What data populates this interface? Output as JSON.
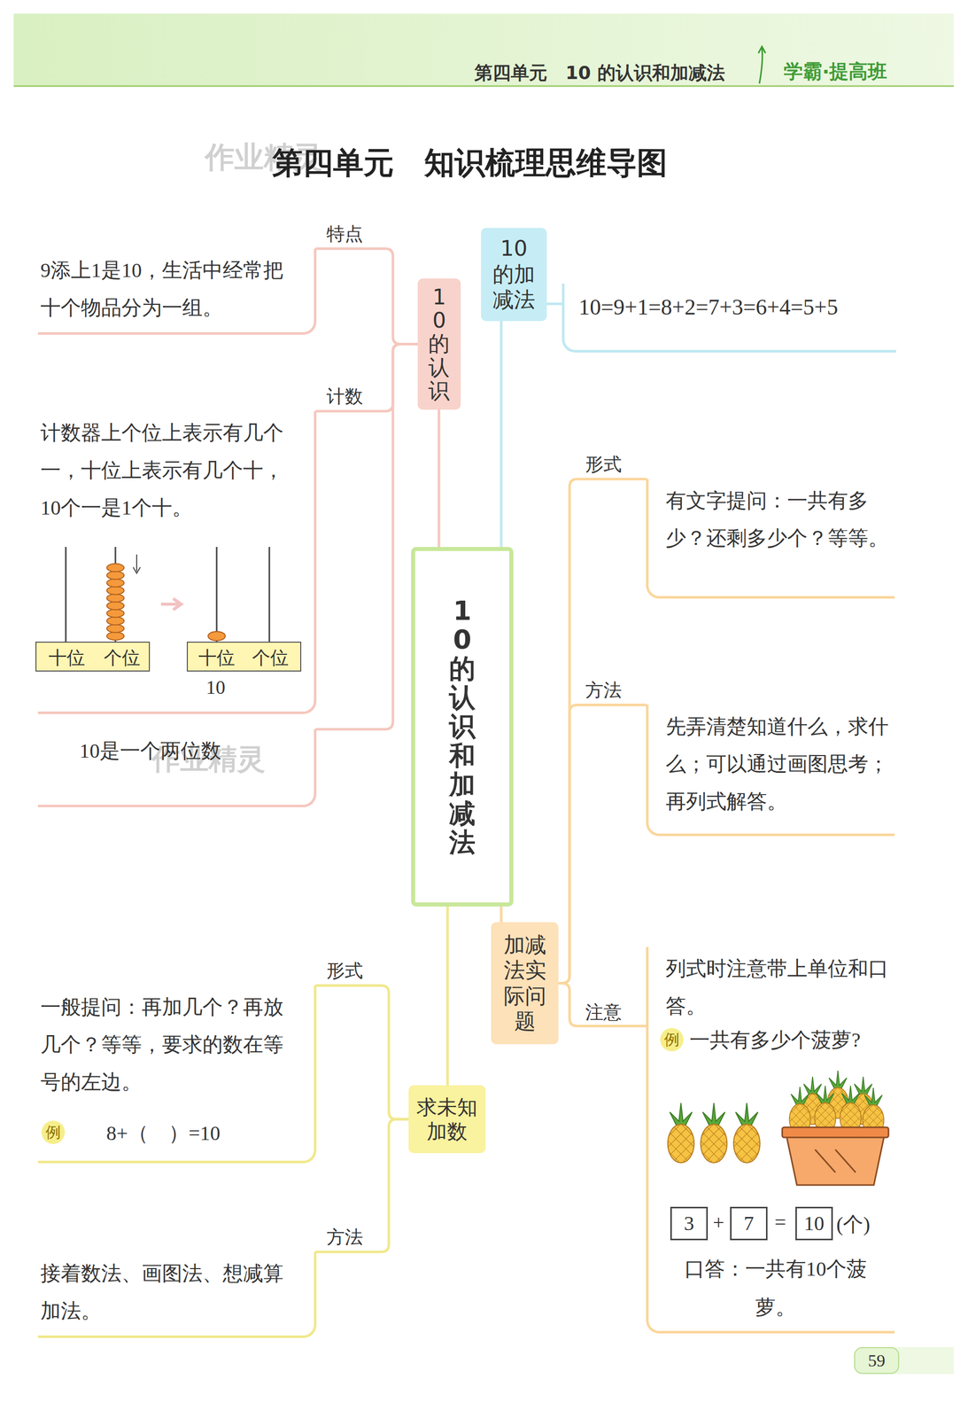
{
  "diagram": {
    "title": "第四单元　知识梳理思维导图",
    "nodes": [
      {
        "text": [
          "10的认识和加减法"
        ]
      },
      {
        "text": [
          "10的认识"
        ]
      },
      {
        "text": [
          "特点",
          "9添上1是10，生活中经常把十个物品分为一组。"
        ]
      },
      {
        "text": [
          "计数",
          "计数器上个位上表示有几个一，十位上表示有几个十，10个一是1个十。"
        ]
      },
      {
        "text": [
          "10是一个两位数"
        ]
      },
      {
        "text": [
          "10的加减法"
        ]
      },
      {
        "text": [
          "10=9+1=8+2=7+3=6+4=5+5"
        ]
      },
      {
        "text": [
          "加减法实际问题"
        ]
      },
      {
        "text": [
          "形式",
          "有文字提问：一共有多少？还剩多少个？等等。"
        ]
      },
      {
        "text": [
          "方法",
          "先弄清楚知道什么，求什么；可以通过画图思考；再列式解答。"
        ]
      },
      {
        "text": [
          "注意",
          "列式时注意带上单位和口答。"
        ]
      },
      {
        "text": [
          "求未知加数"
        ]
      },
      {
        "text": [
          "形式",
          "一般提问：再加几个？再放几个？等等，要求的数在等号的左边。"
        ]
      },
      {
        "text": [
          "方法",
          "接着数法、画图法、想减算加法。"
        ]
      }
    ],
    "edges": [
      {
        "from": 0,
        "to": 1,
        "arrow": "none"
      },
      {
        "from": 1,
        "to": 2,
        "arrow": "none"
      },
      {
        "from": 1,
        "to": 3,
        "arrow": "none"
      },
      {
        "from": 1,
        "to": 4,
        "arrow": "none"
      },
      {
        "from": 0,
        "to": 5,
        "arrow": "none"
      },
      {
        "from": 5,
        "to": 6,
        "arrow": "none"
      },
      {
        "from": 0,
        "to": 7,
        "arrow": "none"
      },
      {
        "from": 7,
        "to": 8,
        "arrow": "none"
      },
      {
        "from": 7,
        "to": 9,
        "arrow": "none"
      },
      {
        "from": 7,
        "to": 10,
        "arrow": "none"
      },
      {
        "from": 0,
        "to": 11,
        "arrow": "none"
      },
      {
        "from": 11,
        "to": 12,
        "arrow": "none"
      },
      {
        "from": 11,
        "to": 13,
        "arrow": "none"
      }
    ],
    "labels": [
      "第四单元　10 的认识和加减法",
      "学霸·提高班",
      "作业精灵",
      "十位",
      "个位",
      "十位",
      "个位",
      "10",
      "作业精灵",
      "例",
      "8+（　）=10",
      "例",
      "一共有多少个菠萝?",
      "3",
      "+",
      "7",
      "=",
      "10",
      "(个)",
      "口答：一共有10个菠萝。",
      "59"
    ]
  }
}
